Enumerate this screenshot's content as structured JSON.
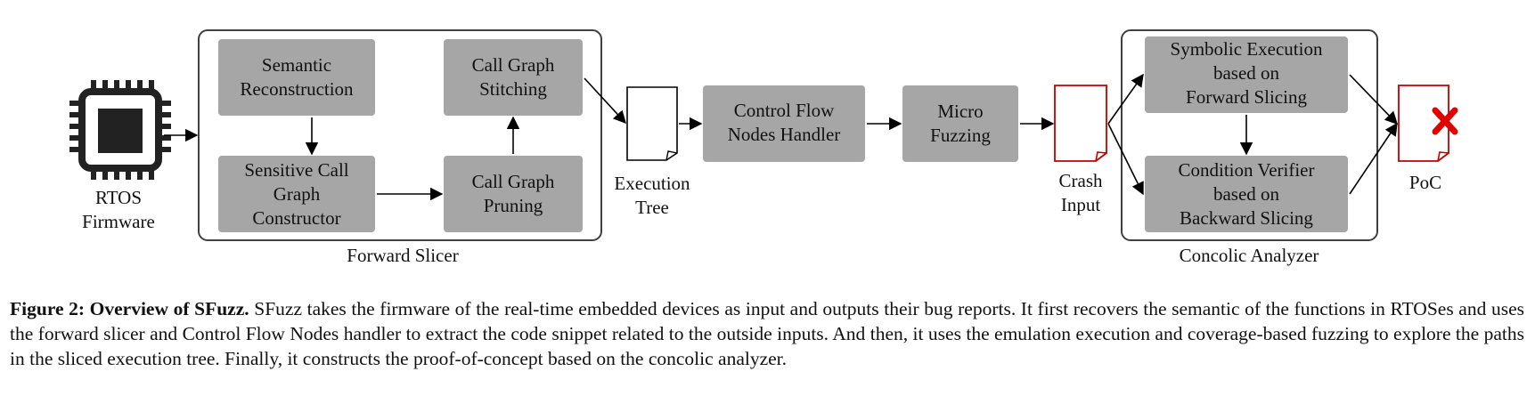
{
  "diagram": {
    "rtos": [
      "RTOS",
      "Firmware"
    ],
    "forward_slicer": {
      "title": "Forward Slicer",
      "semantic_reconstruction": [
        "Semantic",
        "Reconstruction"
      ],
      "call_graph_stitching": [
        "Call Graph",
        "Stitching"
      ],
      "sensitive_call_graph": [
        "Sensitive Call",
        "Graph",
        "Constructor"
      ],
      "call_graph_pruning": [
        "Call Graph",
        "Pruning"
      ]
    },
    "execution_tree": [
      "Execution",
      "Tree"
    ],
    "control_flow_handler": [
      "Control Flow",
      "Nodes Handler"
    ],
    "micro_fuzzing": [
      "Micro",
      "Fuzzing"
    ],
    "crash_input": [
      "Crash",
      "Input"
    ],
    "concolic_analyzer": {
      "title": "Concolic Analyzer",
      "symbolic_execution": [
        "Symbolic Execution",
        "based on",
        "Forward Slicing"
      ],
      "condition_verifier": [
        "Condition Verifier",
        "based on",
        "Backward Slicing"
      ]
    },
    "poc": "PoC",
    "colors": {
      "box_fill": "#a6a6a6",
      "frame": "#404040",
      "crash_doc": "#c00000",
      "cross": "#e00000"
    }
  },
  "caption": {
    "label": "Figure 2: Overview of SFuzz.",
    "text": " SFuzz takes the firmware of the real-time embedded devices as input and outputs their bug reports. It first recovers the semantic of the functions in RTOSes and uses the forward slicer and Control Flow Nodes handler to extract the code snippet related to the outside inputs. And then, it uses the emulation execution and coverage-based fuzzing to explore the paths in the sliced execution tree. Finally, it constructs the proof-of-concept based on the concolic analyzer."
  }
}
